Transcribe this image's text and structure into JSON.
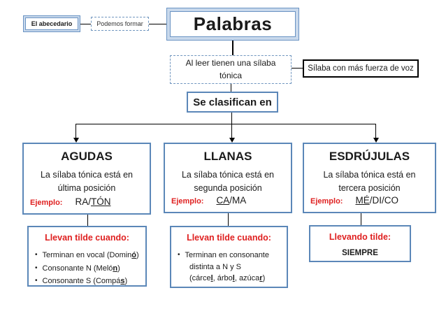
{
  "colors": {
    "box_border_blue": "#5b87b8",
    "frame_line_blue": "#6a93c3",
    "frame_band_blue": "#c9d9ec",
    "dashed_blue": "#7096bf",
    "accent_red": "#df2020",
    "text_black": "#1a1a1a"
  },
  "glyphs": {
    "bullet": "•"
  },
  "nodes": {
    "abecedario": {
      "label": "El abecedario"
    },
    "podemos_formar": {
      "label": "Podemos formar"
    },
    "palabras": {
      "label": "Palabras"
    },
    "al_leer": {
      "line1": "Al leer tienen una sílaba",
      "line2": "tónica"
    },
    "silaba_fuerza": {
      "label": "Sílaba con más fuerza de voz"
    },
    "se_clasifican": {
      "label": "Se clasifican en"
    }
  },
  "categories": [
    {
      "title": "AGUDAS",
      "desc_line1": "La sílaba tónica está en",
      "desc_line2": "última posición",
      "ejemplo_label": "Ejemplo:",
      "example": {
        "pre": "RA/",
        "stressed": "TÓN",
        "post": ""
      }
    },
    {
      "title": "LLANAS",
      "desc_line1": "La sílaba tónica está en",
      "desc_line2": "segunda posición",
      "ejemplo_label": "Ejemplo:",
      "example": {
        "pre": "",
        "stressed": "CA",
        "post": "/MA"
      }
    },
    {
      "title": "ESDRÚJULAS",
      "desc_line1": "La sílaba tónica está en",
      "desc_line2": "tercera posición",
      "ejemplo_label": "Ejemplo:",
      "example": {
        "pre": "",
        "stressed": "MÉ",
        "post": "/DI/CO"
      }
    }
  ],
  "tilde_boxes": [
    {
      "title": "Llevan tilde cuando:",
      "bullets": [
        {
          "pre": "Terminan en vocal (Domin",
          "u": "ó",
          "post": ")"
        },
        {
          "pre": "Consonante N (Meló",
          "u": "n",
          "post": ")"
        },
        {
          "pre": "Consonante S (Compá",
          "u": "s",
          "post": ")"
        }
      ]
    },
    {
      "title": "Llevan tilde cuando:",
      "bullet_line1": "Terminan en consonante",
      "bullet_line2": "distinta a N y S",
      "line3_parts": {
        "p1": "(cárce",
        "u1": "l",
        "p2": ", árbo",
        "u2": "l",
        "p3": ", azúca",
        "u3": "r",
        "p4": ")"
      }
    },
    {
      "title": "Llevando tilde:",
      "body": "SIEMPRE"
    }
  ]
}
